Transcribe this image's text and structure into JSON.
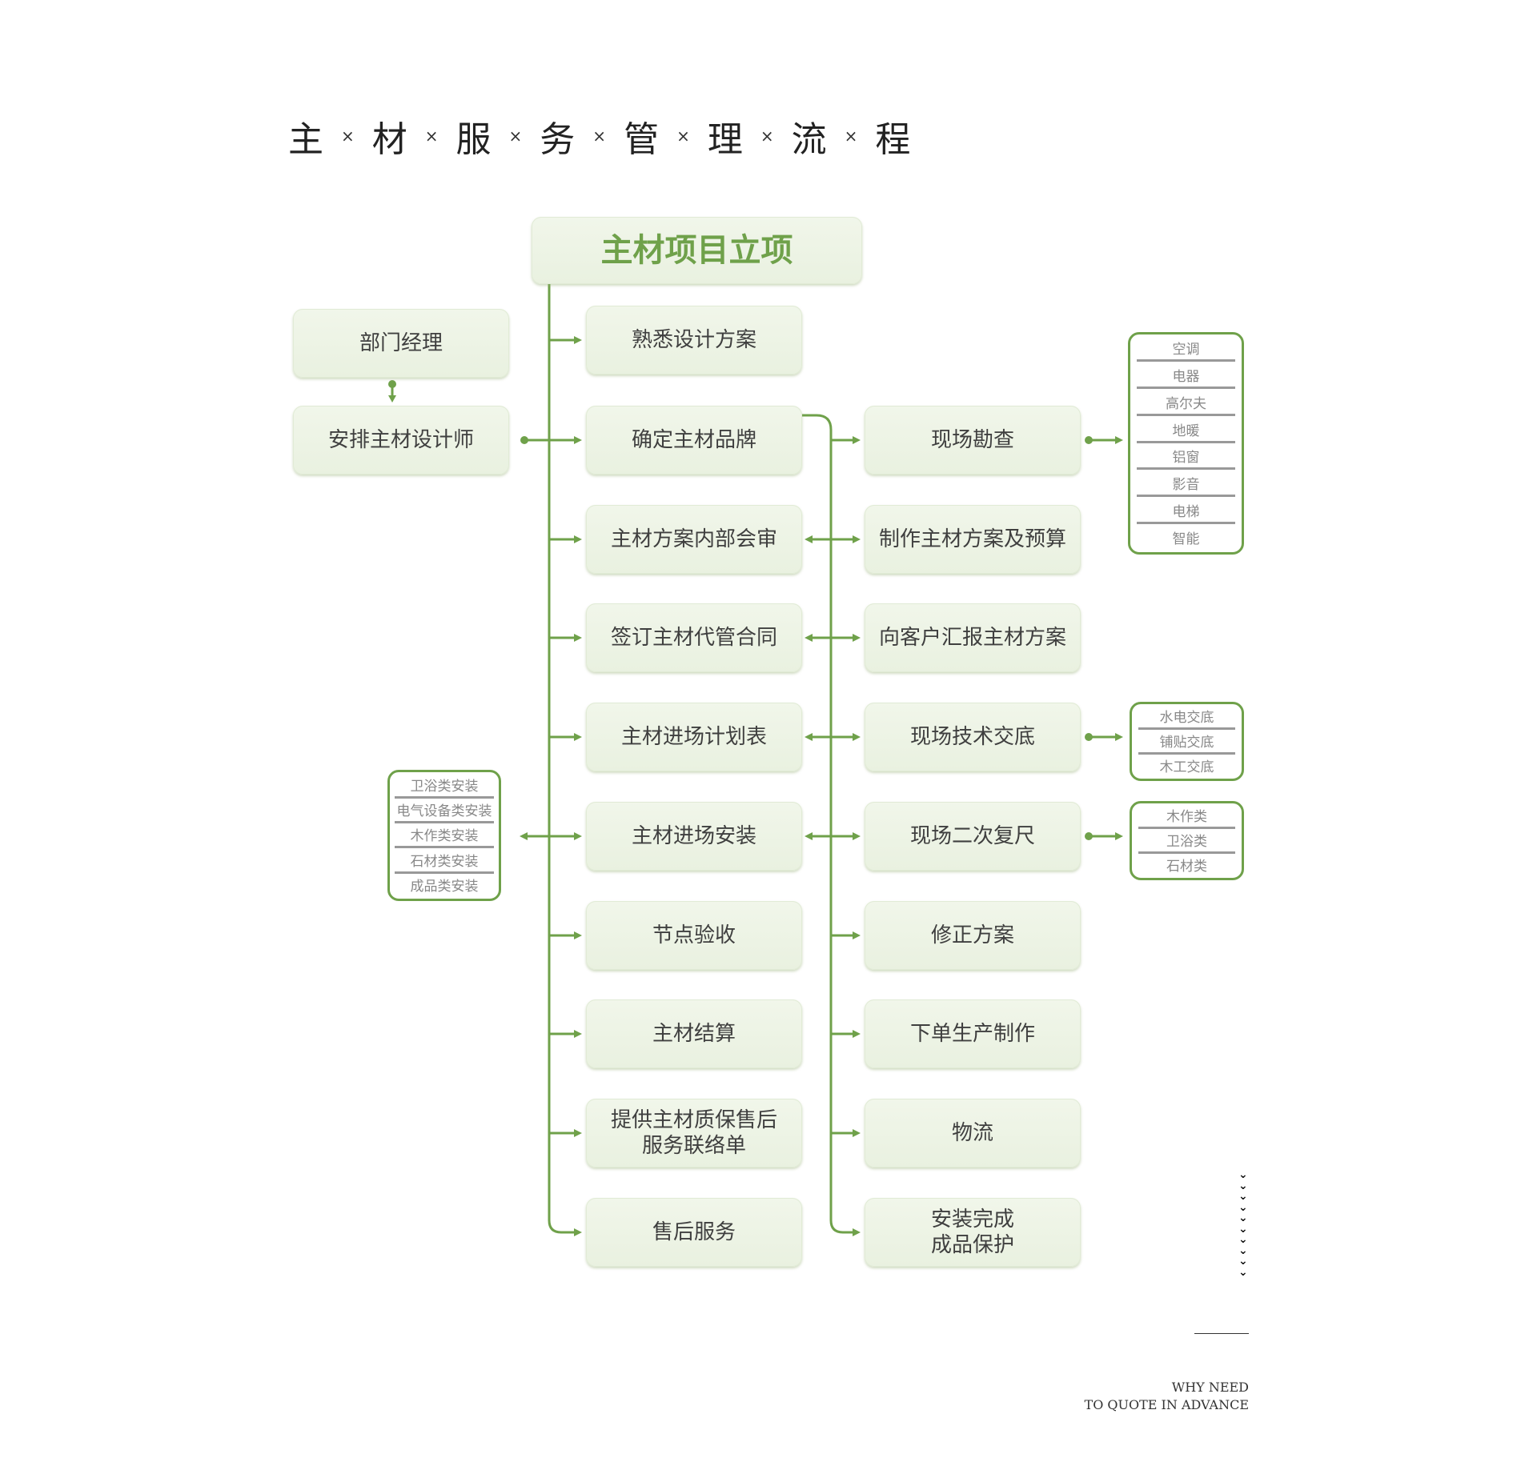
{
  "title_chars": [
    "主",
    "材",
    "服",
    "务",
    "管",
    "理",
    "流",
    "程"
  ],
  "separator": "×",
  "top_box": "主材项目立项",
  "left_column": [
    "部门经理",
    "安排主材设计师"
  ],
  "middle_column": [
    "熟悉设计方案",
    "确定主材品牌",
    "主材方案内部会审",
    "签订主材代管合同",
    "主材进场计划表",
    "主材进场安装",
    "节点验收",
    "主材结算",
    "提供主材质保售后服务联络单",
    "售后服务"
  ],
  "right_column": [
    "现场勘查",
    "制作主材方案及预算",
    "向客户汇报主材方案",
    "现场技术交底",
    "现场二次复尺",
    "修正方案",
    "下单生产制作",
    "物流",
    "安装完成成品保护"
  ],
  "list_categories": [
    "空调",
    "电器",
    "高尔夫",
    "地暖",
    "铝窗",
    "影音",
    "电梯",
    "智能"
  ],
  "list_handover": [
    "水电交底",
    "铺贴交底",
    "木工交底"
  ],
  "list_remeasure": [
    "木作类",
    "卫浴类",
    "石材类"
  ],
  "list_install": [
    "卫浴类安装",
    "电气设备类安装",
    "木作类安装",
    "石材类安装",
    "成品类安装"
  ],
  "footer": {
    "line1": "WHY NEED",
    "line2": "TO QUOTE IN ADVANCE"
  },
  "chevron": "⌄",
  "colors": {
    "accent": "#6fa14a",
    "box_bg": "#eef4e6",
    "text": "#3f3f3f"
  }
}
